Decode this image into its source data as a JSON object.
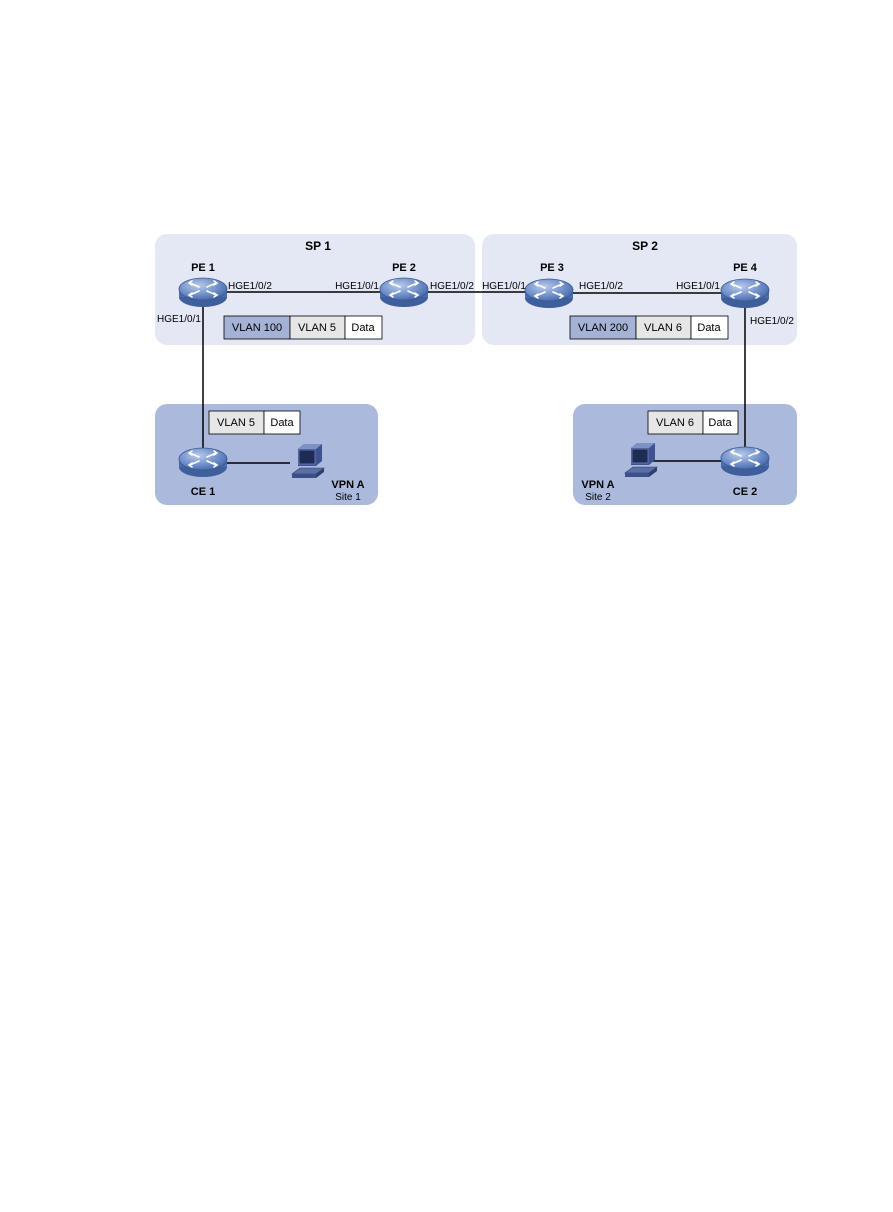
{
  "zones": {
    "sp1": {
      "title": "SP 1"
    },
    "sp2": {
      "title": "SP 2"
    }
  },
  "devices": {
    "pe1": {
      "label": "PE 1"
    },
    "pe2": {
      "label": "PE 2"
    },
    "pe3": {
      "label": "PE 3"
    },
    "pe4": {
      "label": "PE 4"
    },
    "ce1": {
      "label": "CE 1"
    },
    "ce2": {
      "label": "CE 2"
    }
  },
  "ports": {
    "pe1_up": "HGE1/0/2",
    "pe1_down": "HGE1/0/1",
    "pe2_left": "HGE1/0/1",
    "pe2_right": "HGE1/0/2",
    "pe3_left": "HGE1/0/1",
    "pe3_right": "HGE1/0/2",
    "pe4_left": "HGE1/0/1",
    "pe4_down": "HGE1/0/2"
  },
  "frames": {
    "sp1": [
      "VLAN 100",
      "VLAN 5",
      "Data"
    ],
    "sp2": [
      "VLAN 200",
      "VLAN 6",
      "Data"
    ],
    "site1": [
      "VLAN 5",
      "Data"
    ],
    "site2": [
      "VLAN 6",
      "Data"
    ]
  },
  "sites": {
    "site1": {
      "vpn": "VPN A",
      "name": "Site 1"
    },
    "site2": {
      "vpn": "VPN A",
      "name": "Site 2"
    }
  },
  "colors": {
    "sp_zone": "#e3e8f4",
    "site_zone": "#aab9dc",
    "outer_vlan": "#a4b2d6",
    "inner_vlan": "#e6e6e6",
    "data_cell": "#ffffff"
  }
}
